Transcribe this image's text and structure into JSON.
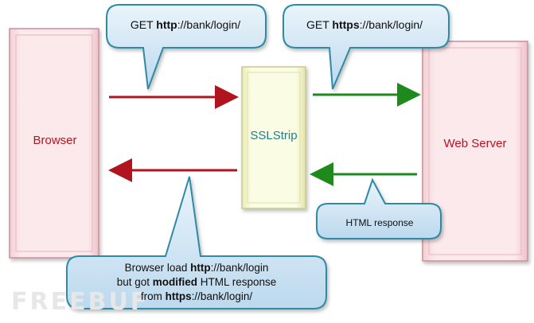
{
  "browser": {
    "label": "Browser"
  },
  "sslstrip": {
    "label": "SSLStrip"
  },
  "server": {
    "label": "Web Server"
  },
  "callout_get_http": {
    "prefix": "GET ",
    "proto": "http",
    "suffix": "://bank/login/"
  },
  "callout_get_https": {
    "prefix": "GET ",
    "proto": "https",
    "suffix": "://bank/login/"
  },
  "callout_html_response": {
    "text": "HTML response"
  },
  "callout_browser_load": {
    "line1_prefix": "Browser load ",
    "line1_proto": "http",
    "line1_suffix": "://bank/login",
    "line2_prefix": "but got ",
    "line2_bold": "modified",
    "line2_suffix": " HTML response",
    "line3_prefix": "from ",
    "line3_proto": "https",
    "line3_suffix": "://bank/login/"
  },
  "watermark": {
    "text": "FREEBUF"
  },
  "colors": {
    "browser_request_arrow": "#b0141e",
    "server_arrow": "#1e8a1e",
    "callout_fill": "#cde3f3",
    "callout_stroke": "#2f8aa5",
    "box_fill": "#f7e1e4",
    "box_stroke": "#c98f9c",
    "sslstrip_fill": "#f3f5cd",
    "sslstrip_stroke": "#c7c98d"
  }
}
